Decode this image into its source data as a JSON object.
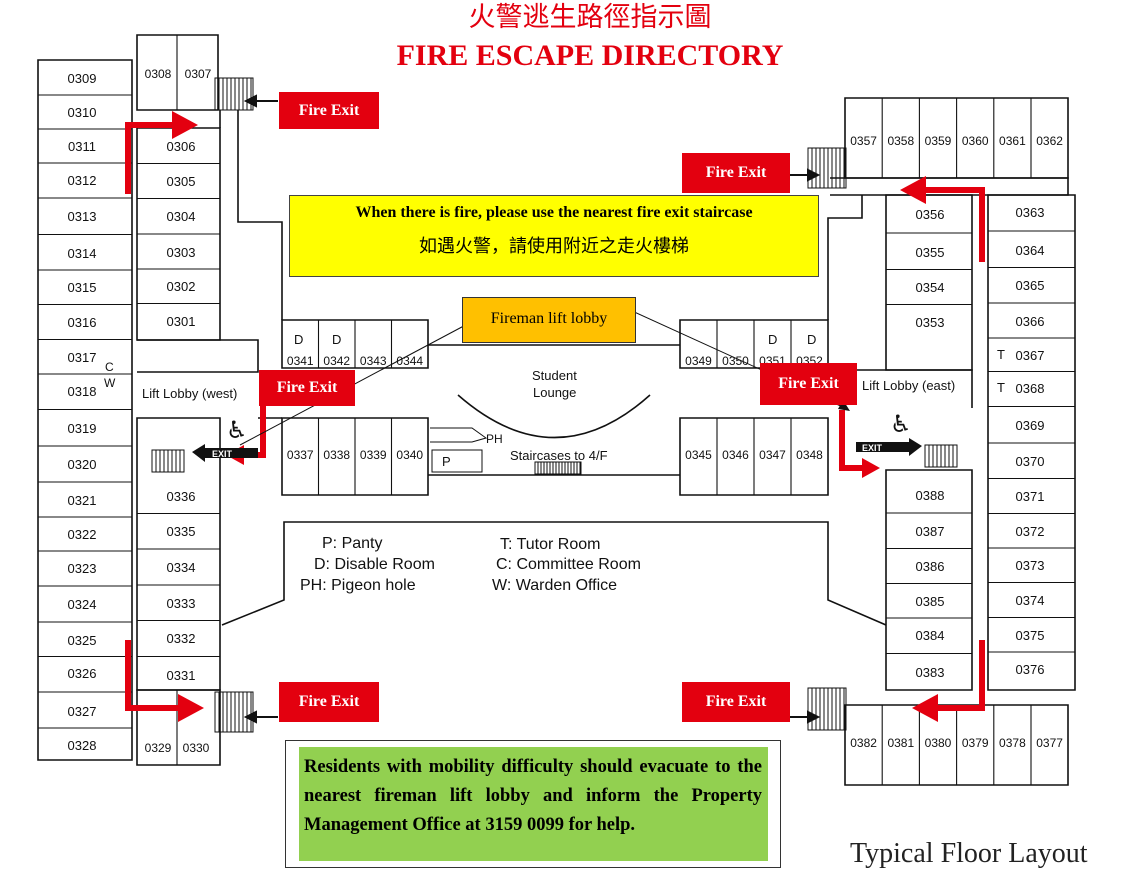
{
  "title_zh": "火警逃生路徑指示圖",
  "title_en": "FIRE ESCAPE DIRECTORY",
  "fire_exit_label": "Fire Exit",
  "notice_fire": {
    "en": "When there is fire, please use the nearest fire exit staircase",
    "zh": "如遇火警，請使用附近之走火樓梯"
  },
  "fireman_lift_label": "Fireman lift lobby",
  "notice_mobility": "Residents with mobility difficulty should evacuate to the nearest fireman lift lobby and inform the Property Management Office at 3159 0099 for help.",
  "caption": "Typical Floor Layout",
  "lift_lobby_west": "Lift Lobby (west)",
  "lift_lobby_east": "Lift Lobby (east)",
  "student_lounge": [
    "Student",
    "Lounge"
  ],
  "staircases_label": "Staircases to 4/F",
  "ph_label": "PH",
  "p_label": "P",
  "exit_sign": "EXIT",
  "legend": {
    "p": "P: Panty",
    "d": "D: Disable Room",
    "ph": "PH: Pigeon hole",
    "t": "T: Tutor Room",
    "c": "C: Committee Room",
    "w": "W: Warden Office"
  },
  "room_marks": {
    "d": "D",
    "t": "T",
    "c": "C",
    "w": "W"
  },
  "rooms": {
    "west_outer": [
      "0309",
      "0310",
      "0311",
      "0312",
      "0313",
      "0314",
      "0315",
      "0316",
      "0317",
      "0318",
      "0319",
      "0320",
      "0321",
      "0322",
      "0323",
      "0324",
      "0325",
      "0326",
      "0327",
      "0328"
    ],
    "west_top": [
      "0308",
      "0307"
    ],
    "west_inner_top": [
      "0306",
      "0305",
      "0304",
      "0303",
      "0302",
      "0301"
    ],
    "west_inner_bottom": [
      "0336",
      "0335",
      "0334",
      "0333",
      "0332",
      "0331"
    ],
    "west_bottom": [
      "0329",
      "0330"
    ],
    "center_west_top": [
      "0341",
      "0342",
      "0343",
      "0344"
    ],
    "center_west_bottom": [
      "0337",
      "0338",
      "0339",
      "0340"
    ],
    "center_east_top": [
      "0349",
      "0350",
      "0351",
      "0352"
    ],
    "center_east_bottom": [
      "0345",
      "0346",
      "0347",
      "0348"
    ],
    "east_top": [
      "0357",
      "0358",
      "0359",
      "0360",
      "0361",
      "0362"
    ],
    "east_inner_top": [
      "0356",
      "0355",
      "0354",
      "0353"
    ],
    "east_outer": [
      "0363",
      "0364",
      "0365",
      "0366",
      "0367",
      "0368",
      "0369",
      "0370",
      "0371",
      "0372",
      "0373",
      "0374",
      "0375",
      "0376"
    ],
    "east_inner_bottom": [
      "0388",
      "0387",
      "0386",
      "0385",
      "0384",
      "0383"
    ],
    "east_bottom": [
      "0382",
      "0381",
      "0380",
      "0379",
      "0378",
      "0377"
    ]
  }
}
